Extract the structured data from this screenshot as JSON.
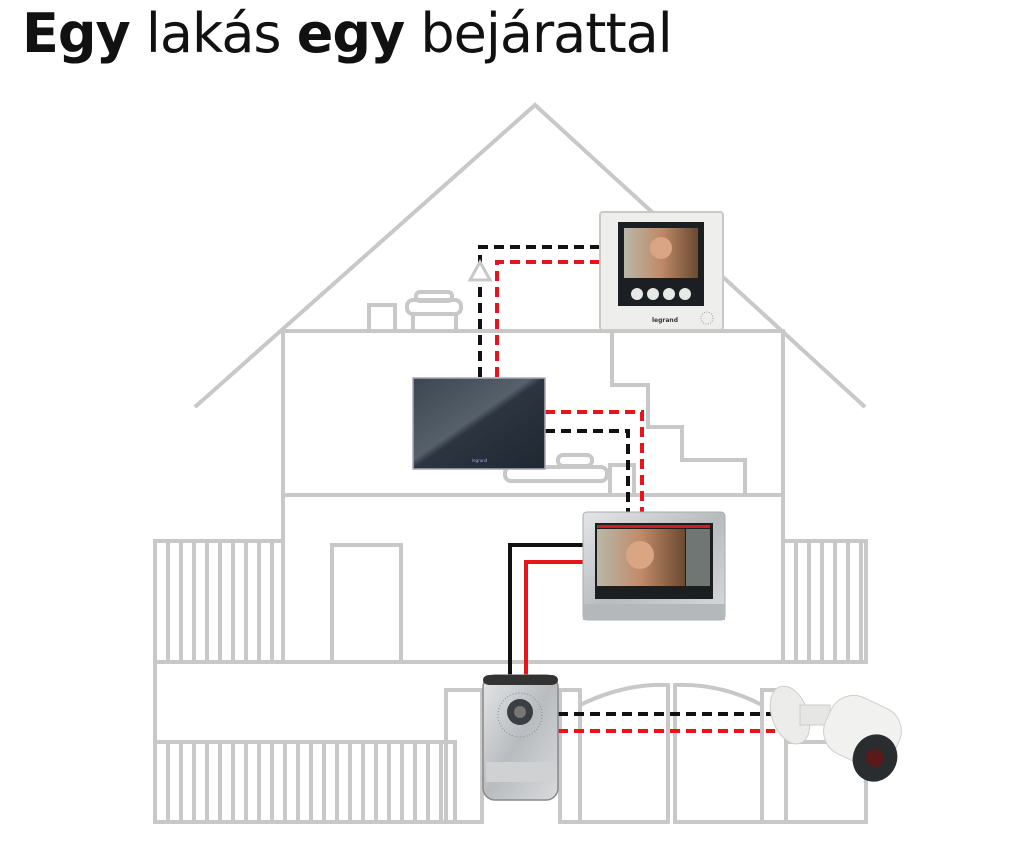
{
  "title": {
    "part1": "Egy",
    "part2": " lakás ",
    "part3": "egy",
    "part4": " bejárattal"
  },
  "devices": {
    "brand_label": "legrand"
  },
  "colors": {
    "house_outline": "#c8c8c8",
    "wire_black": "#111111",
    "wire_red": "#e8141b"
  }
}
